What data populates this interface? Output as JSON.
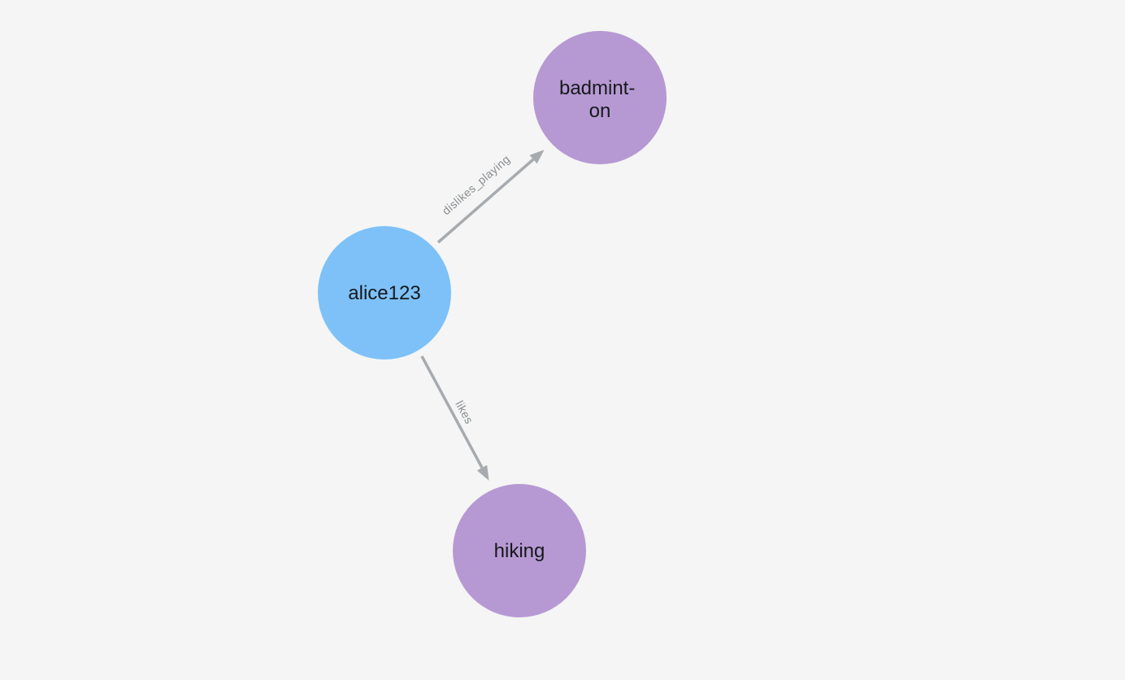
{
  "canvas": {
    "background": "#f4f5f4"
  },
  "graph": {
    "nodes": [
      {
        "id": "alice123",
        "lines": [
          "alice123"
        ],
        "color": "#7dc1f8",
        "text_color": "#17191c"
      },
      {
        "id": "badminton",
        "lines": [
          "badmint-",
          "on"
        ],
        "color": "#b699d3",
        "text_color": "#17191c"
      },
      {
        "id": "hiking",
        "lines": [
          "hiking"
        ],
        "color": "#b699d3",
        "text_color": "#17191c"
      }
    ],
    "edges": [
      {
        "label": "dislikes_playing",
        "from": "alice123",
        "to": "badminton",
        "color": "#a7aaae",
        "label_color": "#888b90"
      },
      {
        "label": "likes",
        "from": "alice123",
        "to": "hiking",
        "color": "#a7aaae",
        "label_color": "#888b90"
      }
    ]
  }
}
